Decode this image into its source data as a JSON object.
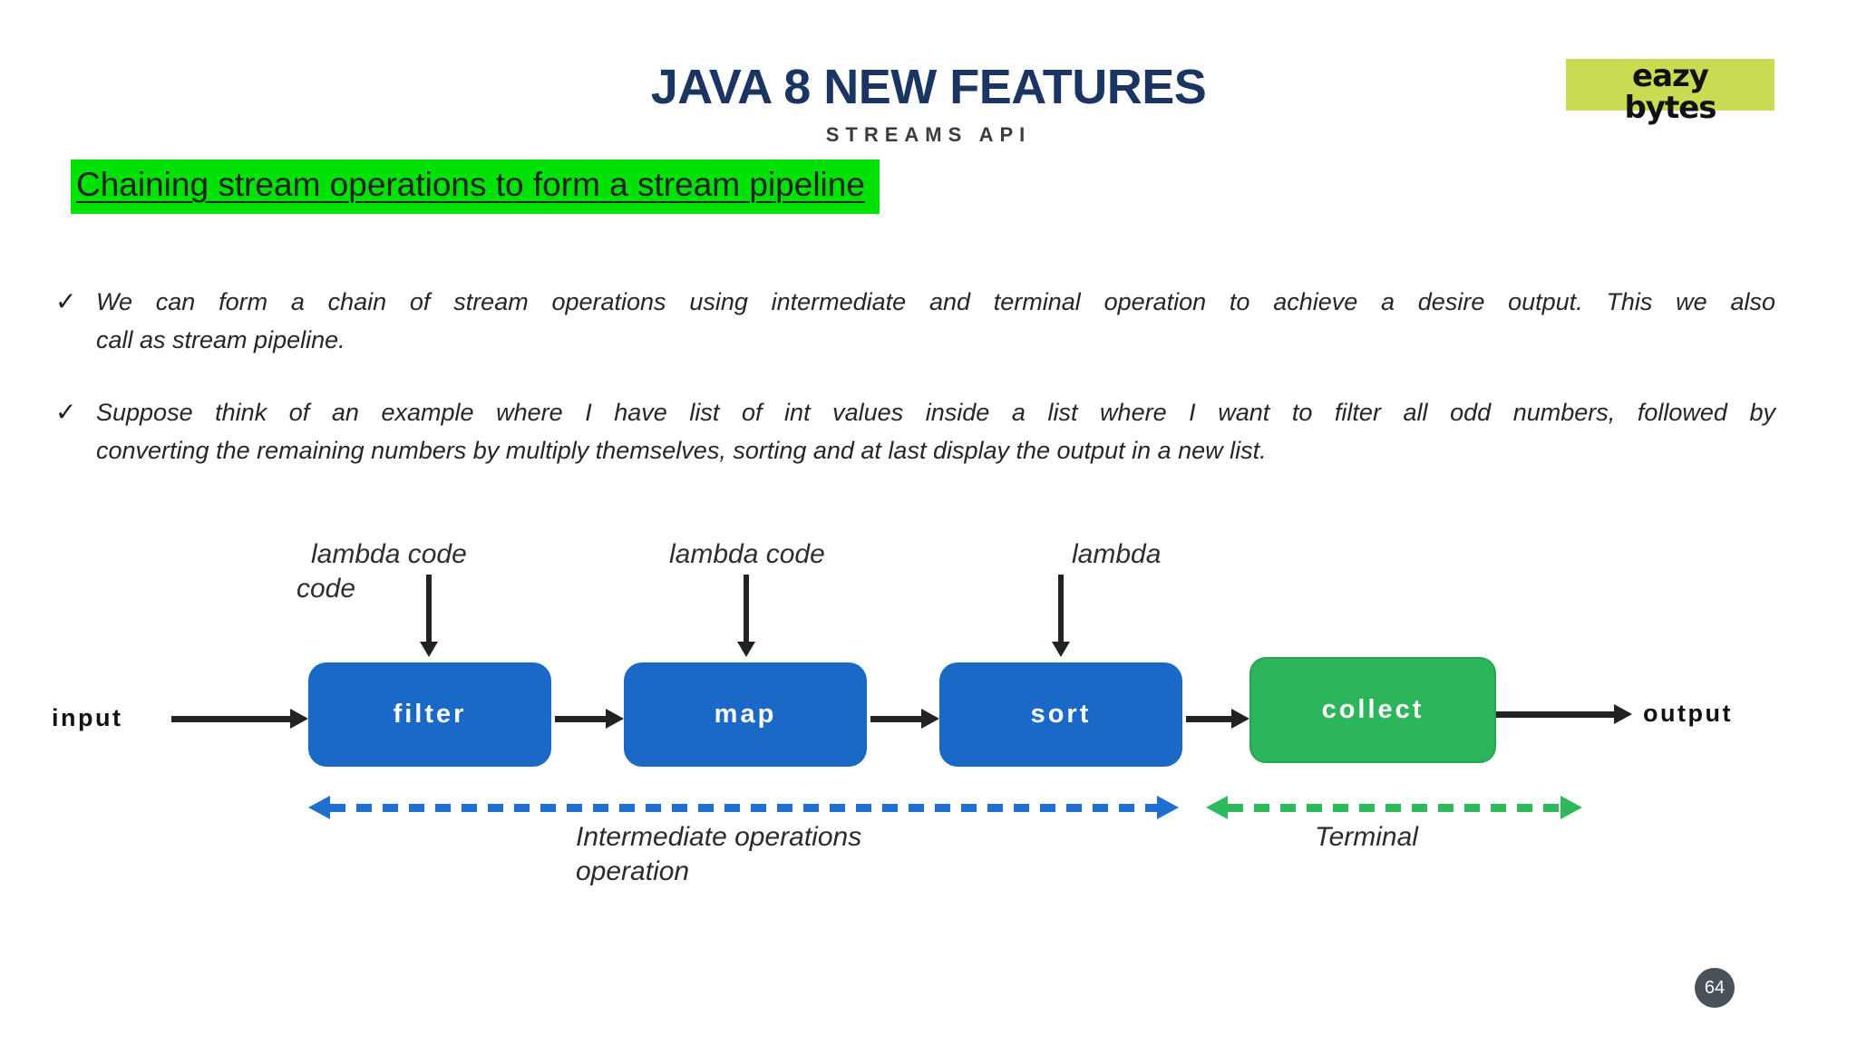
{
  "slide": {
    "title": "JAVA 8 NEW FEATURES",
    "subtitle": "STREAMS API",
    "logo": {
      "line1": "eazy",
      "line2": "bytes"
    },
    "heading": "Chaining stream operations to form a stream pipeline",
    "bullet_glyph": "✓",
    "bullets": [
      {
        "lines": [
          "We can form a chain of stream operations using intermediate and terminal operation to achieve a desire output. This we also",
          "call as stream pipeline."
        ]
      },
      {
        "lines": [
          "Suppose think of an example where I have list of int values inside a list where I want to filter all odd numbers, followed by",
          "converting the remaining numbers by multiply themselves, sorting and at last display the output in a new list."
        ]
      }
    ],
    "page_number": "64"
  },
  "diagram": {
    "lambda_labels": [
      {
        "lines": [
          "lambda code",
          "code"
        ]
      },
      {
        "lines": [
          "lambda code"
        ]
      },
      {
        "lines": [
          "lambda"
        ]
      }
    ],
    "input_label": "input",
    "output_label": "output",
    "stages": [
      {
        "label": "filter",
        "type": "intermediate"
      },
      {
        "label": "map",
        "type": "intermediate"
      },
      {
        "label": "sort",
        "type": "intermediate"
      },
      {
        "label": "collect",
        "type": "terminal"
      }
    ],
    "spans": [
      {
        "label_lines": [
          "Intermediate operations",
          "operation"
        ],
        "kind": "intermediate"
      },
      {
        "label_lines": [
          "Terminal"
        ],
        "kind": "terminal"
      }
    ]
  },
  "colors": {
    "title-navy": "#1a3562",
    "subtitle-gray": "#3c3c3c",
    "highlight-green": "#00e105",
    "logo-lime": "#c9db52",
    "intermediate-box": "#1b69c6",
    "terminal-box": "#2cb55b",
    "terminal-box-border": "#28a551",
    "arrow-black": "#222222",
    "dashed-blue": "#1e6fd0",
    "dashed-green": "#2eba5b",
    "page-circle": "#48525b"
  }
}
